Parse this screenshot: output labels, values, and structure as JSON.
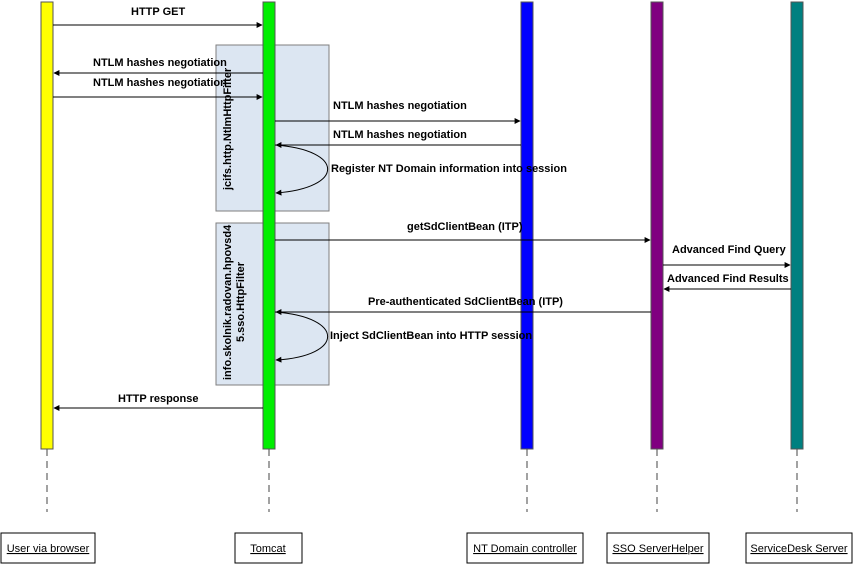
{
  "actors": [
    {
      "id": "user",
      "label": "User via browser",
      "color": "#ffff00"
    },
    {
      "id": "tomcat",
      "label": "Tomcat",
      "color": "#00ee00"
    },
    {
      "id": "ntdc",
      "label": "NT Domain controller",
      "color": "#0000ff"
    },
    {
      "id": "sso",
      "label": "SSO ServerHelper",
      "color": "#800080"
    },
    {
      "id": "sd",
      "label": "ServiceDesk Server",
      "color": "#008080"
    }
  ],
  "frames": [
    {
      "label": "jcifs.http.NtlmHttpFilter"
    },
    {
      "label_lines": [
        "info.skolnik.radovan.hpovsd4",
        "5.sso.HttpFilter"
      ]
    }
  ],
  "messages": [
    {
      "label": "HTTP GET",
      "from": "user",
      "to": "tomcat"
    },
    {
      "label": "NTLM hashes negotiation",
      "from": "tomcat",
      "to": "user"
    },
    {
      "label": "NTLM hashes negotiation",
      "from": "user",
      "to": "tomcat"
    },
    {
      "label": "NTLM hashes negotiation",
      "from": "tomcat",
      "to": "ntdc"
    },
    {
      "label": "NTLM hashes negotiation",
      "from": "ntdc",
      "to": "tomcat"
    },
    {
      "label": "Register NT Domain information into session",
      "from": "tomcat",
      "to": "tomcat",
      "self": true
    },
    {
      "label": "getSdClientBean (ITP)",
      "from": "tomcat",
      "to": "sso"
    },
    {
      "label": "Advanced Find Query",
      "from": "sso",
      "to": "sd"
    },
    {
      "label": "Advanced Find Results",
      "from": "sd",
      "to": "sso"
    },
    {
      "label": "Pre-authenticated SdClientBean (ITP)",
      "from": "sso",
      "to": "tomcat"
    },
    {
      "label": "Inject SdClientBean into HTTP session",
      "from": "tomcat",
      "to": "tomcat",
      "self": true
    },
    {
      "label": "HTTP response",
      "from": "tomcat",
      "to": "user"
    }
  ]
}
